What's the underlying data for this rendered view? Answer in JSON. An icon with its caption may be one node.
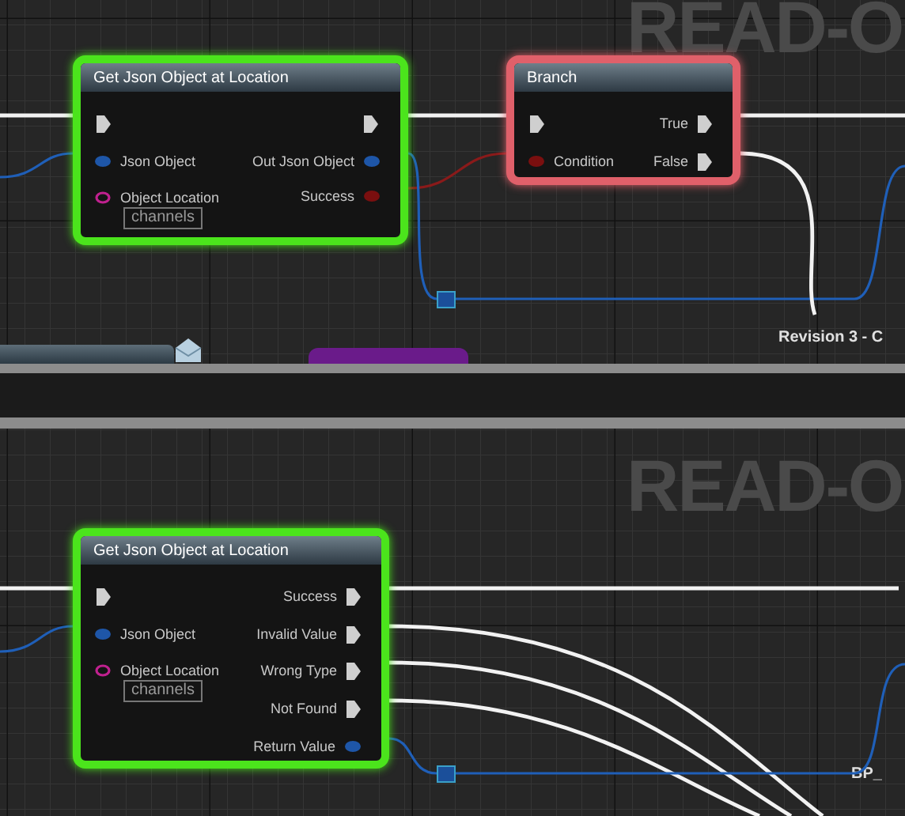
{
  "diagram": {
    "nodes": [
      {
        "text": [
          "Get Json Object at Location",
          "Json Object",
          "Object Location",
          "channels",
          "Out Json Object",
          "Success"
        ]
      },
      {
        "text": [
          "Branch",
          "Condition",
          "True",
          "False"
        ]
      },
      {
        "text": [],
        "shape": "box"
      },
      {
        "text": [],
        "shape": "box"
      },
      {
        "text": [],
        "shape": "box"
      },
      {
        "text": [
          "Get Json Object at Location",
          "Json Object",
          "Object Location",
          "channels",
          "Success",
          "Invalid Value",
          "Wrong Type",
          "Not Found",
          "Return Value"
        ]
      },
      {
        "text": [],
        "shape": "box"
      }
    ],
    "edges": [
      {
        "from": null,
        "to": 0,
        "arrow": "none"
      },
      {
        "from": null,
        "to": 0,
        "arrow": "none",
        "color": "#1f5fb8"
      },
      {
        "from": 0,
        "to": 1,
        "arrow": "none"
      },
      {
        "from": 0,
        "to": 1,
        "arrow": "none",
        "color": "#8a1a1a"
      },
      {
        "from": 0,
        "to": 2,
        "arrow": "none",
        "color": "#1f5fb8"
      },
      {
        "from": 2,
        "to": null,
        "arrow": "none",
        "color": "#1f5fb8"
      },
      {
        "from": 1,
        "to": null,
        "arrow": "none"
      },
      {
        "from": 1,
        "to": null,
        "arrow": "none"
      },
      {
        "from": null,
        "to": 5,
        "arrow": "none"
      },
      {
        "from": null,
        "to": 5,
        "arrow": "none",
        "color": "#1f5fb8"
      },
      {
        "from": 5,
        "to": null,
        "arrow": "none"
      },
      {
        "from": 5,
        "to": null,
        "arrow": "none"
      },
      {
        "from": 5,
        "to": null,
        "arrow": "none"
      },
      {
        "from": 5,
        "to": null,
        "arrow": "none"
      },
      {
        "from": 5,
        "to": 6,
        "arrow": "none",
        "color": "#1f5fb8"
      },
      {
        "from": 6,
        "to": null,
        "arrow": "none",
        "color": "#1f5fb8"
      }
    ],
    "labels": [
      "READ-O",
      "Revision 3 - C",
      "READ-O",
      "BP_"
    ]
  }
}
